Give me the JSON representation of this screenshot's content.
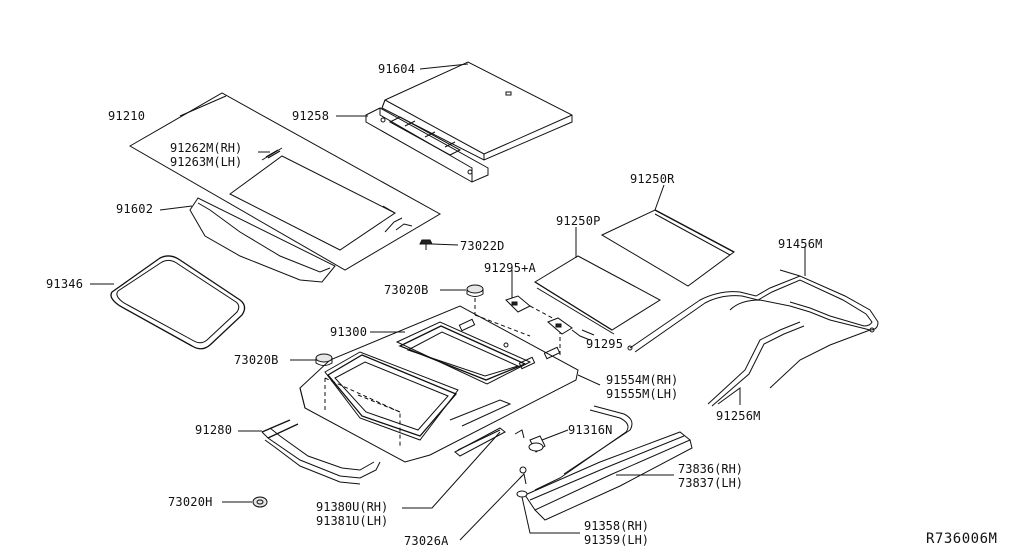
{
  "diagram": {
    "ref_code": "R736006M",
    "callouts": {
      "p91604": "91604",
      "p91210": "91210",
      "p91258": "91258",
      "p91262m": "91262M(RH)",
      "p91263m": "91263M(LH)",
      "p91602": "91602",
      "p73022d": "73022D",
      "p91346": "91346",
      "p91250r": "91250R",
      "p91250p": "91250P",
      "p91295a": "91295+A",
      "p73020b_top": "73020B",
      "p91456m": "91456M",
      "p91300": "91300",
      "p91295": "91295",
      "p73020b_left": "73020B",
      "p91554m": "91554M(RH)",
      "p91555m": "91555M(LH)",
      "p91256m": "91256M",
      "p91280": "91280",
      "p91316n": "91316N",
      "p73836": "73836(RH)",
      "p73837": "73837(LH)",
      "p73020h": "73020H",
      "p91380u": "91380U(RH)",
      "p91381u": "91381U(LH)",
      "p91358": "91358(RH)",
      "p91359": "91359(LH)",
      "p73026a": "73026A"
    }
  }
}
